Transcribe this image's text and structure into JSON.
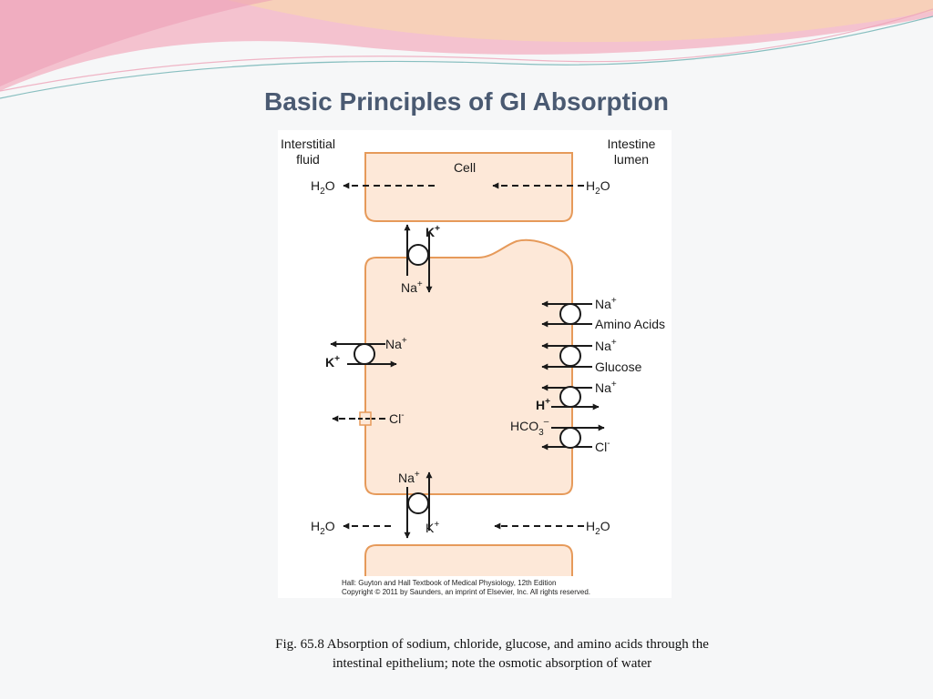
{
  "slide": {
    "title": "Basic Principles of GI Absorption",
    "theme_colors": {
      "pink": "#ee8fa8",
      "peach": "#f6caa3",
      "teal": "#5aa7a8",
      "title_text": "#4a5a72"
    }
  },
  "figure": {
    "colors": {
      "cell_fill": "#fde8d8",
      "cell_outline": "#e69a5a",
      "arrow": "#1a1a1a"
    },
    "labels": {
      "interstitial": [
        "Interstitial",
        "fluid"
      ],
      "lumen": [
        "Intestine",
        "lumen"
      ],
      "cell": "Cell"
    },
    "water": {
      "base": "H",
      "sub": "2",
      "tail": "O"
    },
    "pumps": {
      "top": {
        "in_ion": "K",
        "in_sup": "+",
        "out_ion": "Na",
        "out_sup": "+"
      },
      "left": {
        "out_ion": "Na",
        "out_sup": "+",
        "in_ion": "K",
        "in_sup": "+"
      },
      "bottom": {
        "out_ion": "Na",
        "out_sup": "+",
        "in_ion": "K",
        "in_sup": "+"
      }
    },
    "chloride_channel": {
      "ion": "Cl",
      "charge": "-"
    },
    "cotransporters": [
      {
        "ion": "Na",
        "sup": "+",
        "substrate": "Amino Acids"
      },
      {
        "ion": "Na",
        "sup": "+",
        "substrate": "Glucose"
      }
    ],
    "exchangers": {
      "na_h": {
        "na": "Na",
        "na_sup": "+",
        "h": "H",
        "h_sup": "+"
      },
      "hco3_cl": {
        "base": "HCO",
        "sub": "3",
        "sup": "–",
        "cl": "Cl",
        "cl_charge": "-"
      }
    },
    "credit": [
      "Hall: Guyton and Hall Textbook of Medical Physiology, 12th Edition",
      "Copyright © 2011 by Saunders, an imprint of Elsevier, Inc. All rights reserved."
    ]
  },
  "caption": [
    "Fig. 65.8  Absorption of sodium, chloride, glucose, and amino acids through the",
    "intestinal epithelium; note the osmotic absorption of water"
  ]
}
